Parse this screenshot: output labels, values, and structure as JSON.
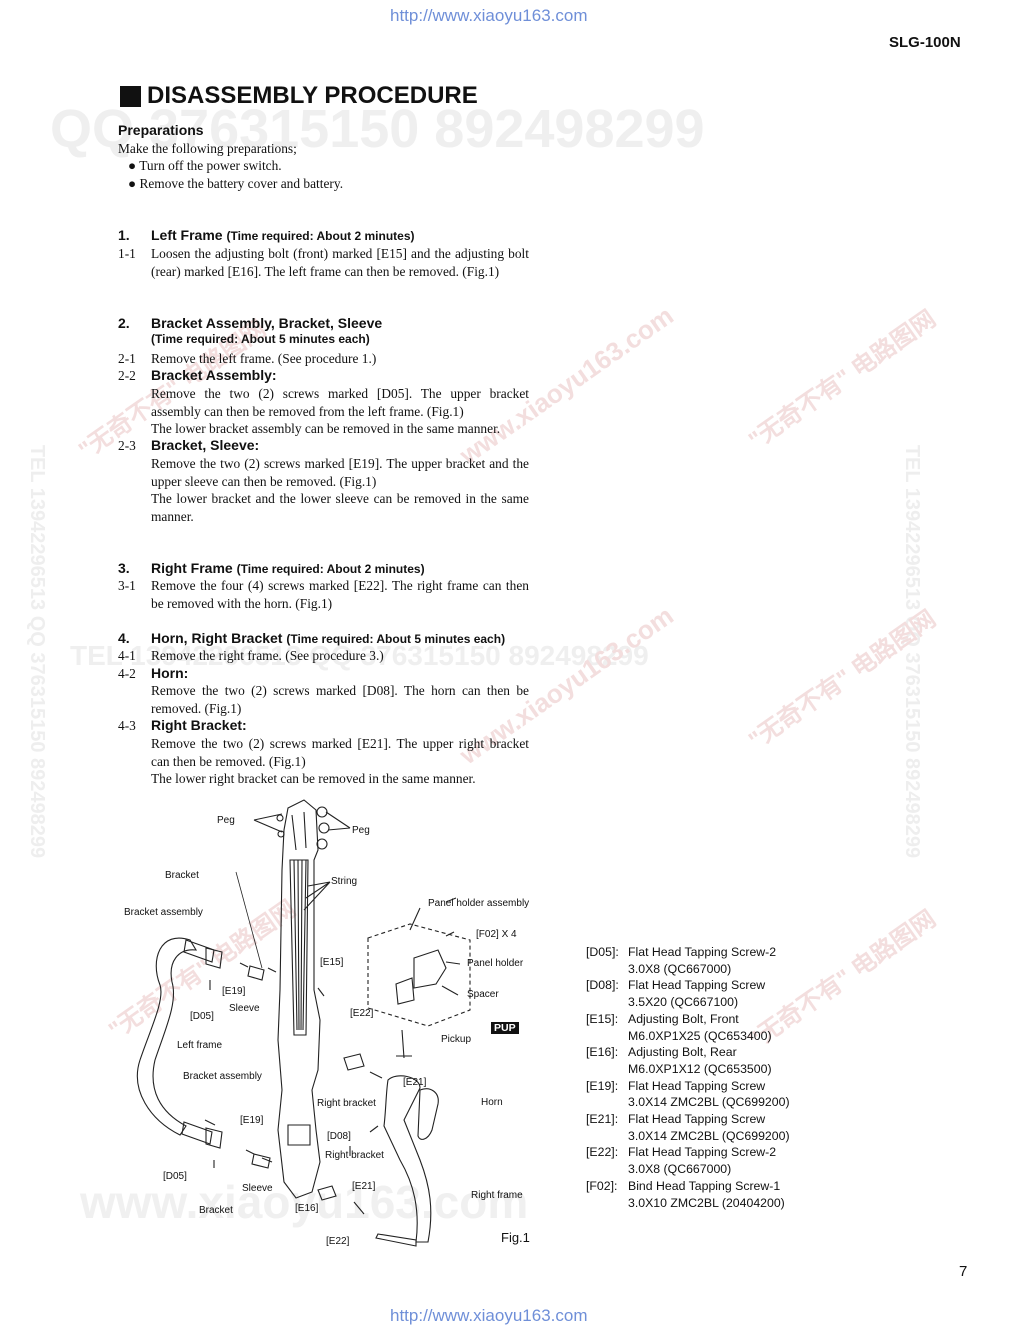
{
  "header": {
    "url_top": "http://www.xiaoyu163.com",
    "model": "SLG-100N",
    "url_bottom": "http://www.xiaoyu163.com",
    "page_number": "7"
  },
  "watermarks": {
    "qq_line": "QQ 376315150   892498299",
    "side_text": "TEL 13942296513  QQ 376315150  892498299",
    "web_cn": "\"无奇不有\" 电路图网",
    "web_url": "www.xiaoyu163.com",
    "bottom": "www.xiaoyu163.com",
    "mid_line": "TEL 13942296513  QQ 376315150  892498299"
  },
  "title": "DISASSEMBLY PROCEDURE",
  "preparations": {
    "heading": "Preparations",
    "intro": "Make the following preparations;",
    "bullets": [
      "Turn off the power switch.",
      "Remove the battery cover and battery."
    ]
  },
  "sections": {
    "s1": {
      "num": "1.",
      "title": "Left Frame",
      "time": "(Time required: About 2 minutes)",
      "steps": [
        {
          "num": "1-1",
          "text": "Loosen the adjusting bolt (front) marked [E15] and the adjusting bolt (rear) marked [E16]. The left frame can then be removed. (Fig.1)"
        }
      ]
    },
    "s2": {
      "num": "2.",
      "title": "Bracket Assembly, Bracket, Sleeve",
      "time": "(Time required: About 5 minutes each)",
      "step1_num": "2-1",
      "step1_text": "Remove the left frame. (See procedure 1.)",
      "step2_num": "2-2",
      "step2_title": "Bracket Assembly:",
      "step2_text": "Remove the two (2) screws marked [D05]. The upper bracket assembly can then be removed from the left frame. (Fig.1)",
      "step2_text_b": "The lower bracket assembly can be removed in the same manner.",
      "step3_num": "2-3",
      "step3_title": "Bracket, Sleeve:",
      "step3_text": "Remove the two (2) screws marked [E19]. The upper bracket and the upper sleeve can then be removed. (Fig.1)",
      "step3_text_b": "The lower bracket and the lower sleeve can be removed in the same manner."
    },
    "s3": {
      "num": "3.",
      "title": "Right Frame",
      "time": "(Time required: About 2 minutes)",
      "step1_num": "3-1",
      "step1_text": "Remove the four (4) screws marked [E22]. The right frame can then be removed with the horn. (Fig.1)"
    },
    "s4": {
      "num": "4.",
      "title": "Horn, Right Bracket",
      "time": "(Time required: About 5 minutes each)",
      "step1_num": "4-1",
      "step1_text": "Remove the right frame. (See procedure 3.)",
      "step2_num": "4-2",
      "step2_title": "Horn:",
      "step2_text": "Remove the two (2) screws marked [D08]. The horn can then be removed. (Fig.1)",
      "step3_num": "4-3",
      "step3_title": "Right Bracket:",
      "step3_text": "Remove the two (2) screws marked [E21]. The upper right bracket can then be removed. (Fig.1)",
      "step3_text_b": "The lower right bracket can be removed in the same manner."
    }
  },
  "figure": {
    "caption": "Fig.1",
    "labels": {
      "peg_left": "Peg",
      "peg_right": "Peg",
      "bracket_top": "Bracket",
      "string": "String",
      "bracket_assembly_top": "Bracket assembly",
      "panel_holder_assembly": "Panel holder assembly",
      "f02x4": "[F02] X 4",
      "e15": "[E15]",
      "panel_holder": "Panel holder",
      "e19_top": "[E19]",
      "spacer": "Spacer",
      "d05_top": "[D05]",
      "sleeve_top": "Sleeve",
      "e22_top": "[E22]",
      "pup": "PUP",
      "pickup": "Pickup",
      "left_frame": "Left frame",
      "bracket_assembly_bottom": "Bracket assembly",
      "e21_top": "[E21]",
      "right_bracket_top": "Right bracket",
      "horn": "Horn",
      "e19_bottom": "[E19]",
      "d08": "[D08]",
      "right_bracket_bottom": "Right bracket",
      "d05_bottom": "[D05]",
      "e21_bottom": "[E21]",
      "sleeve_bottom": "Sleeve",
      "right_frame": "Right frame",
      "bracket_bottom": "Bracket",
      "e16": "[E16]",
      "e22_bottom": "[E22]"
    }
  },
  "parts_legend": [
    {
      "code": "[D05]:",
      "line1": "Flat Head Tapping Screw-2",
      "line2": "3.0X8 (QC667000)"
    },
    {
      "code": "[D08]:",
      "line1": "Flat Head Tapping Screw",
      "line2": "3.5X20 (QC667100)"
    },
    {
      "code": "[E15]:",
      "line1": "Adjusting Bolt, Front",
      "line2": "M6.0XP1X25 (QC653400)"
    },
    {
      "code": "[E16]:",
      "line1": "Adjusting Bolt, Rear",
      "line2": "M6.0XP1X12 (QC653500)"
    },
    {
      "code": "[E19]:",
      "line1": "Flat Head Tapping Screw",
      "line2": "3.0X14 ZMC2BL (QC699200)"
    },
    {
      "code": "[E21]:",
      "line1": "Flat Head Tapping Screw",
      "line2": "3.0X14 ZMC2BL (QC699200)"
    },
    {
      "code": "[E22]:",
      "line1": "Flat Head Tapping Screw-2",
      "line2": "3.0X8 (QC667000)"
    },
    {
      "code": "[F02]:",
      "line1": "Bind Head Tapping Screw-1",
      "line2": "3.0X10 ZMC2BL (20404200)"
    }
  ]
}
